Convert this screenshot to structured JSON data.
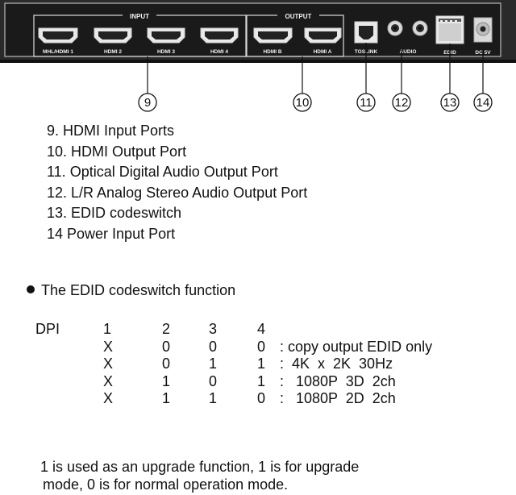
{
  "panel": {
    "group_input": "INPUT",
    "group_output": "OUTPUT",
    "ports": [
      {
        "id": "hdmi1",
        "label": "MHL/HDMI 1"
      },
      {
        "id": "hdmi2",
        "label": "HDMI 2"
      },
      {
        "id": "hdmi3",
        "label": "HDMI 3"
      },
      {
        "id": "hdmi4",
        "label": "HDMI 4"
      },
      {
        "id": "hdmib",
        "label": "HDMI B"
      },
      {
        "id": "hdmia",
        "label": "HDMI A"
      },
      {
        "id": "toslink",
        "label": "TOSLINK"
      },
      {
        "id": "audio",
        "label": "AUDIO"
      },
      {
        "id": "edid",
        "label": "EDID"
      },
      {
        "id": "dc5v",
        "label": "DC 5V"
      }
    ],
    "callouts": [
      "9",
      "10",
      "11",
      "12",
      "13",
      "14"
    ]
  },
  "legend": [
    "9.  HDMI Input Ports",
    "10. HDMI Output Port",
    "11. Optical Digital Audio Output Port",
    "12. L/R Analog Stereo Audio Output Port",
    "13. EDID codeswitch",
    "14  Power Input Port"
  ],
  "edid_section": {
    "title": "The EDID codeswitch function",
    "header": [
      "DPI",
      "1",
      "2",
      "3",
      "4"
    ],
    "rows": [
      {
        "c1": "X",
        "c2": "0",
        "c3": "0",
        "c4": "0",
        "desc": " : copy output EDID only"
      },
      {
        "c1": "X",
        "c2": "0",
        "c3": "1",
        "c4": "1",
        "desc": " :  4K  x  2K  30Hz"
      },
      {
        "c1": "X",
        "c2": "1",
        "c3": "0",
        "c4": "1",
        "desc": " :   1080P  3D  2ch"
      },
      {
        "c1": "X",
        "c2": "1",
        "c3": "1",
        "c4": "0",
        "desc": " :   1080P  2D  2ch"
      }
    ],
    "note": [
      "1 is used as an upgrade function, 1 is for upgrade",
      "mode, 0 is for normal operation mode."
    ]
  }
}
